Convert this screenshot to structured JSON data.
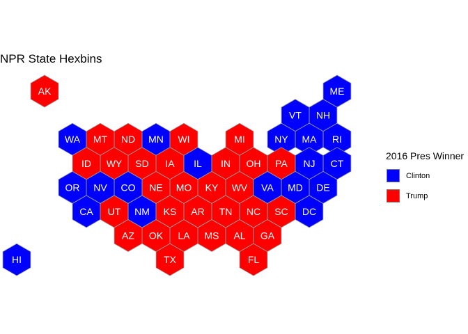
{
  "title": "NPR State Hexbins",
  "legend": {
    "title": "2016 Pres Winner",
    "entries": [
      {
        "label": "Clinton",
        "color": "#0000ff"
      },
      {
        "label": "Trump",
        "color": "#ff0000"
      }
    ]
  },
  "chart_data": {
    "type": "hexbin-map",
    "title": "NPR State Hexbins",
    "legend_title": "2016 Pres Winner",
    "legend_position": "right",
    "categories": [
      "Clinton",
      "Trump"
    ],
    "colors": {
      "Clinton": "#0000ff",
      "Trump": "#ff0000"
    },
    "states": [
      {
        "abbr": "AK",
        "col": 0,
        "row": 0,
        "winner": "Trump"
      },
      {
        "abbr": "ME",
        "col": 10.5,
        "row": 0,
        "winner": "Clinton"
      },
      {
        "abbr": "VT",
        "col": 9,
        "row": 1,
        "winner": "Clinton"
      },
      {
        "abbr": "NH",
        "col": 10,
        "row": 1,
        "winner": "Clinton"
      },
      {
        "abbr": "WA",
        "col": 1,
        "row": 2,
        "winner": "Clinton"
      },
      {
        "abbr": "MT",
        "col": 2,
        "row": 2,
        "winner": "Trump"
      },
      {
        "abbr": "ND",
        "col": 3,
        "row": 2,
        "winner": "Trump"
      },
      {
        "abbr": "MN",
        "col": 4,
        "row": 2,
        "winner": "Clinton"
      },
      {
        "abbr": "WI",
        "col": 5,
        "row": 2,
        "winner": "Trump"
      },
      {
        "abbr": "MI",
        "col": 7,
        "row": 2,
        "winner": "Trump"
      },
      {
        "abbr": "NY",
        "col": 8.5,
        "row": 2,
        "winner": "Clinton"
      },
      {
        "abbr": "MA",
        "col": 9.5,
        "row": 2,
        "winner": "Clinton"
      },
      {
        "abbr": "RI",
        "col": 10.5,
        "row": 2,
        "winner": "Clinton"
      },
      {
        "abbr": "ID",
        "col": 1.5,
        "row": 3,
        "winner": "Trump"
      },
      {
        "abbr": "WY",
        "col": 2.5,
        "row": 3,
        "winner": "Trump"
      },
      {
        "abbr": "SD",
        "col": 3.5,
        "row": 3,
        "winner": "Trump"
      },
      {
        "abbr": "IA",
        "col": 4.5,
        "row": 3,
        "winner": "Trump"
      },
      {
        "abbr": "IL",
        "col": 5.5,
        "row": 3,
        "winner": "Clinton"
      },
      {
        "abbr": "IN",
        "col": 6.5,
        "row": 3,
        "winner": "Trump"
      },
      {
        "abbr": "OH",
        "col": 7.5,
        "row": 3,
        "winner": "Trump"
      },
      {
        "abbr": "PA",
        "col": 8.5,
        "row": 3,
        "winner": "Trump"
      },
      {
        "abbr": "NJ",
        "col": 9.5,
        "row": 3,
        "winner": "Clinton"
      },
      {
        "abbr": "CT",
        "col": 10.5,
        "row": 3,
        "winner": "Clinton"
      },
      {
        "abbr": "OR",
        "col": 1,
        "row": 4,
        "winner": "Clinton"
      },
      {
        "abbr": "NV",
        "col": 2,
        "row": 4,
        "winner": "Clinton"
      },
      {
        "abbr": "CO",
        "col": 3,
        "row": 4,
        "winner": "Clinton"
      },
      {
        "abbr": "NE",
        "col": 4,
        "row": 4,
        "winner": "Trump"
      },
      {
        "abbr": "MO",
        "col": 5,
        "row": 4,
        "winner": "Trump"
      },
      {
        "abbr": "KY",
        "col": 6,
        "row": 4,
        "winner": "Trump"
      },
      {
        "abbr": "WV",
        "col": 7,
        "row": 4,
        "winner": "Trump"
      },
      {
        "abbr": "VA",
        "col": 8,
        "row": 4,
        "winner": "Clinton"
      },
      {
        "abbr": "MD",
        "col": 9,
        "row": 4,
        "winner": "Clinton"
      },
      {
        "abbr": "DE",
        "col": 10,
        "row": 4,
        "winner": "Clinton"
      },
      {
        "abbr": "CA",
        "col": 1.5,
        "row": 5,
        "winner": "Clinton"
      },
      {
        "abbr": "UT",
        "col": 2.5,
        "row": 5,
        "winner": "Trump"
      },
      {
        "abbr": "NM",
        "col": 3.5,
        "row": 5,
        "winner": "Clinton"
      },
      {
        "abbr": "KS",
        "col": 4.5,
        "row": 5,
        "winner": "Trump"
      },
      {
        "abbr": "AR",
        "col": 5.5,
        "row": 5,
        "winner": "Trump"
      },
      {
        "abbr": "TN",
        "col": 6.5,
        "row": 5,
        "winner": "Trump"
      },
      {
        "abbr": "NC",
        "col": 7.5,
        "row": 5,
        "winner": "Trump"
      },
      {
        "abbr": "SC",
        "col": 8.5,
        "row": 5,
        "winner": "Trump"
      },
      {
        "abbr": "DC",
        "col": 9.5,
        "row": 5,
        "winner": "Clinton"
      },
      {
        "abbr": "AZ",
        "col": 3,
        "row": 6,
        "winner": "Trump"
      },
      {
        "abbr": "OK",
        "col": 4,
        "row": 6,
        "winner": "Trump"
      },
      {
        "abbr": "LA",
        "col": 5,
        "row": 6,
        "winner": "Trump"
      },
      {
        "abbr": "MS",
        "col": 6,
        "row": 6,
        "winner": "Trump"
      },
      {
        "abbr": "AL",
        "col": 7,
        "row": 6,
        "winner": "Trump"
      },
      {
        "abbr": "GA",
        "col": 8,
        "row": 6,
        "winner": "Trump"
      },
      {
        "abbr": "HI",
        "col": -1,
        "row": 7,
        "winner": "Clinton"
      },
      {
        "abbr": "TX",
        "col": 4.5,
        "row": 7,
        "winner": "Trump"
      },
      {
        "abbr": "FL",
        "col": 7.5,
        "row": 7,
        "winner": "Trump"
      }
    ]
  }
}
